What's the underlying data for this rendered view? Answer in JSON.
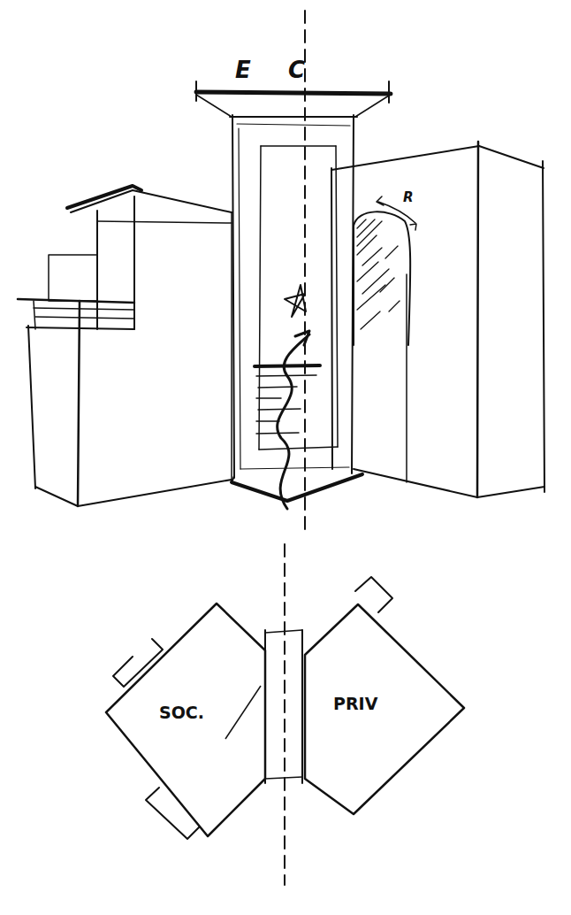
{
  "diagram": {
    "nodes": [
      {
        "text": [
          "SOC."
        ]
      },
      {
        "text": [
          "PRIV"
        ]
      }
    ],
    "labels": [
      "E",
      "C",
      "R"
    ]
  }
}
